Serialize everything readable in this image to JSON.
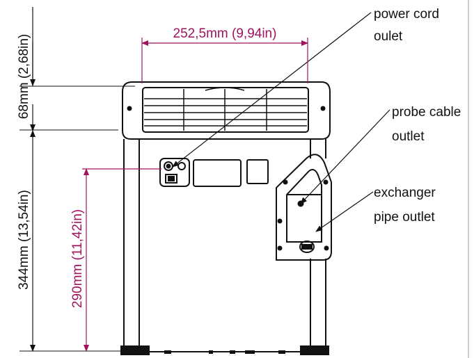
{
  "colors": {
    "magenta": "#a0135f",
    "black": "#111111"
  },
  "labels": {
    "power_cord_1": "power cord",
    "power_cord_2": "oulet",
    "probe_cable_1": "probe cable",
    "probe_cable_2": "outlet",
    "exchanger_1": "exchanger",
    "exchanger_2": "pipe outlet"
  },
  "dimensions": {
    "width": "252,5mm (9,94in)",
    "top_height": "68mm (2,68in)",
    "body_height": "344mm (13,54in)",
    "outlet_height": "290mm (11,42in)"
  }
}
